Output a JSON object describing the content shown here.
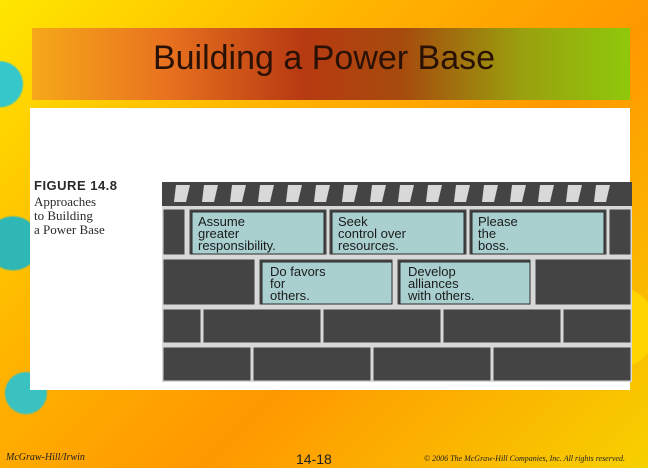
{
  "slide": {
    "title": "Building a Power Base"
  },
  "figure": {
    "number": "FIGURE 14.8",
    "caption_lines": [
      "Approaches",
      "to Building",
      "a Power Base"
    ],
    "bricks": [
      {
        "text": "Assume\ngreater\nresponsibility."
      },
      {
        "text": "Seek\ncontrol over\nresources."
      },
      {
        "text": "Please\nthe\nboss."
      },
      {
        "text": "Do favors\nfor\nothers."
      },
      {
        "text": "Develop\nalliances\nwith others."
      }
    ]
  },
  "footer": {
    "left": "McGraw-Hill/Irwin",
    "center": "14-18",
    "right": "© 2006 The McGraw-Hill Companies, Inc. All rights reserved."
  },
  "colors": {
    "brick_highlight": "#a9cfcf",
    "brick_dark": "#444444",
    "mortar": "#d8d8d8"
  }
}
